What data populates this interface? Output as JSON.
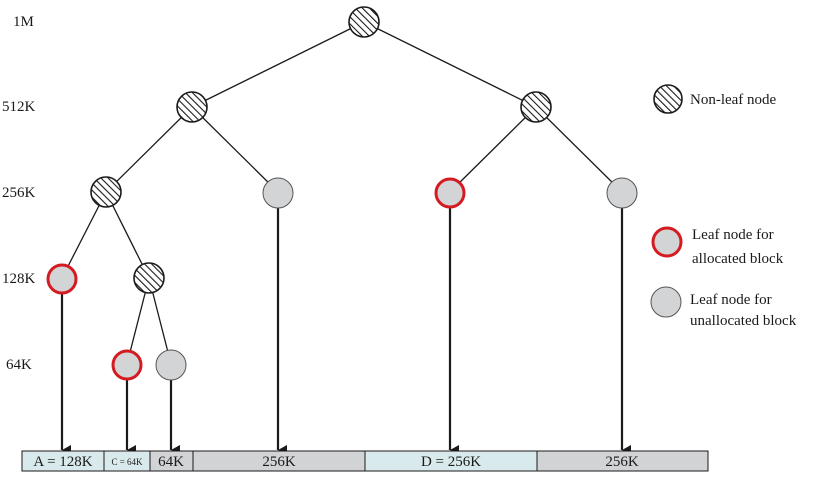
{
  "levels": [
    "1M",
    "512K",
    "256K",
    "128K",
    "64K"
  ],
  "legend": {
    "nonleaf": "Non-leaf node",
    "allocated_line1": "Leaf node for",
    "allocated_line2": "allocated block",
    "unallocated_line1": "Leaf node for",
    "unallocated_line2": "unallocated block"
  },
  "memory": {
    "cells": [
      "A = 128K",
      "C = 64K",
      "64K",
      "256K",
      "D = 256K",
      "256K"
    ]
  },
  "colors": {
    "hatch_stroke": "#1a1a1a",
    "leaf_fill": "#d3d4d6",
    "allocated_ring": "#d51b22",
    "cell_free": "#d2d3d5",
    "cell_allocated": "#d9eaec"
  }
}
